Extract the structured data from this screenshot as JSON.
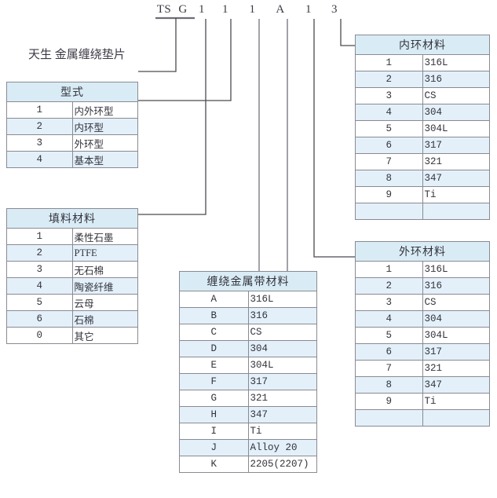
{
  "code": {
    "segments": [
      {
        "text": "TS",
        "width": 26
      },
      {
        "text": "G",
        "width": 22
      },
      {
        "text": "1",
        "width": 26
      },
      {
        "text": "1",
        "width": 34
      },
      {
        "text": "1",
        "width": 35
      },
      {
        "text": "A",
        "width": 36
      },
      {
        "text": "1",
        "width": 36
      },
      {
        "text": "3",
        "width": 30
      }
    ]
  },
  "brand": {
    "text": "天生 金属缠绕垫片"
  },
  "tables": {
    "type": {
      "title": "型式",
      "rows": [
        {
          "key": "1",
          "value": "内外环型"
        },
        {
          "key": "2",
          "value": "内环型"
        },
        {
          "key": "3",
          "value": "外环型"
        },
        {
          "key": "4",
          "value": "基本型"
        }
      ]
    },
    "filler": {
      "title": "填料材料",
      "rows": [
        {
          "key": "1",
          "value": "柔性石墨"
        },
        {
          "key": "2",
          "value": "PTFE"
        },
        {
          "key": "3",
          "value": "无石棉"
        },
        {
          "key": "4",
          "value": "陶瓷纤维"
        },
        {
          "key": "5",
          "value": "云母"
        },
        {
          "key": "6",
          "value": "石棉"
        },
        {
          "key": "0",
          "value": "其它"
        }
      ]
    },
    "strip": {
      "title": "缠绕金属带材料",
      "rows": [
        {
          "key": "A",
          "value": "316L"
        },
        {
          "key": "B",
          "value": "316"
        },
        {
          "key": "C",
          "value": "CS"
        },
        {
          "key": "D",
          "value": "304"
        },
        {
          "key": "E",
          "value": "304L"
        },
        {
          "key": "F",
          "value": "317"
        },
        {
          "key": "G",
          "value": "321"
        },
        {
          "key": "H",
          "value": "347"
        },
        {
          "key": "I",
          "value": "Ti"
        },
        {
          "key": "J",
          "value": "Alloy 20"
        },
        {
          "key": "K",
          "value": "2205(2207)"
        }
      ]
    },
    "inner_ring": {
      "title": "内环材料",
      "rows": [
        {
          "key": "1",
          "value": "316L"
        },
        {
          "key": "2",
          "value": "316"
        },
        {
          "key": "3",
          "value": "CS"
        },
        {
          "key": "4",
          "value": "304"
        },
        {
          "key": "5",
          "value": "304L"
        },
        {
          "key": "6",
          "value": "317"
        },
        {
          "key": "7",
          "value": "321"
        },
        {
          "key": "8",
          "value": "347"
        },
        {
          "key": "9",
          "value": "Ti"
        },
        {
          "key": "",
          "value": ""
        }
      ]
    },
    "outer_ring": {
      "title": "外环材料",
      "rows": [
        {
          "key": "1",
          "value": "316L"
        },
        {
          "key": "2",
          "value": "316"
        },
        {
          "key": "3",
          "value": "CS"
        },
        {
          "key": "4",
          "value": "304"
        },
        {
          "key": "5",
          "value": "304L"
        },
        {
          "key": "6",
          "value": "317"
        },
        {
          "key": "7",
          "value": "321"
        },
        {
          "key": "8",
          "value": "347"
        },
        {
          "key": "9",
          "value": "Ti"
        },
        {
          "key": "",
          "value": ""
        }
      ]
    }
  },
  "colors": {
    "header_fill": "#d9ecf6",
    "alt_row_fill": "#e3f0fa",
    "line": "#6d6d75",
    "text": "#33333c"
  }
}
